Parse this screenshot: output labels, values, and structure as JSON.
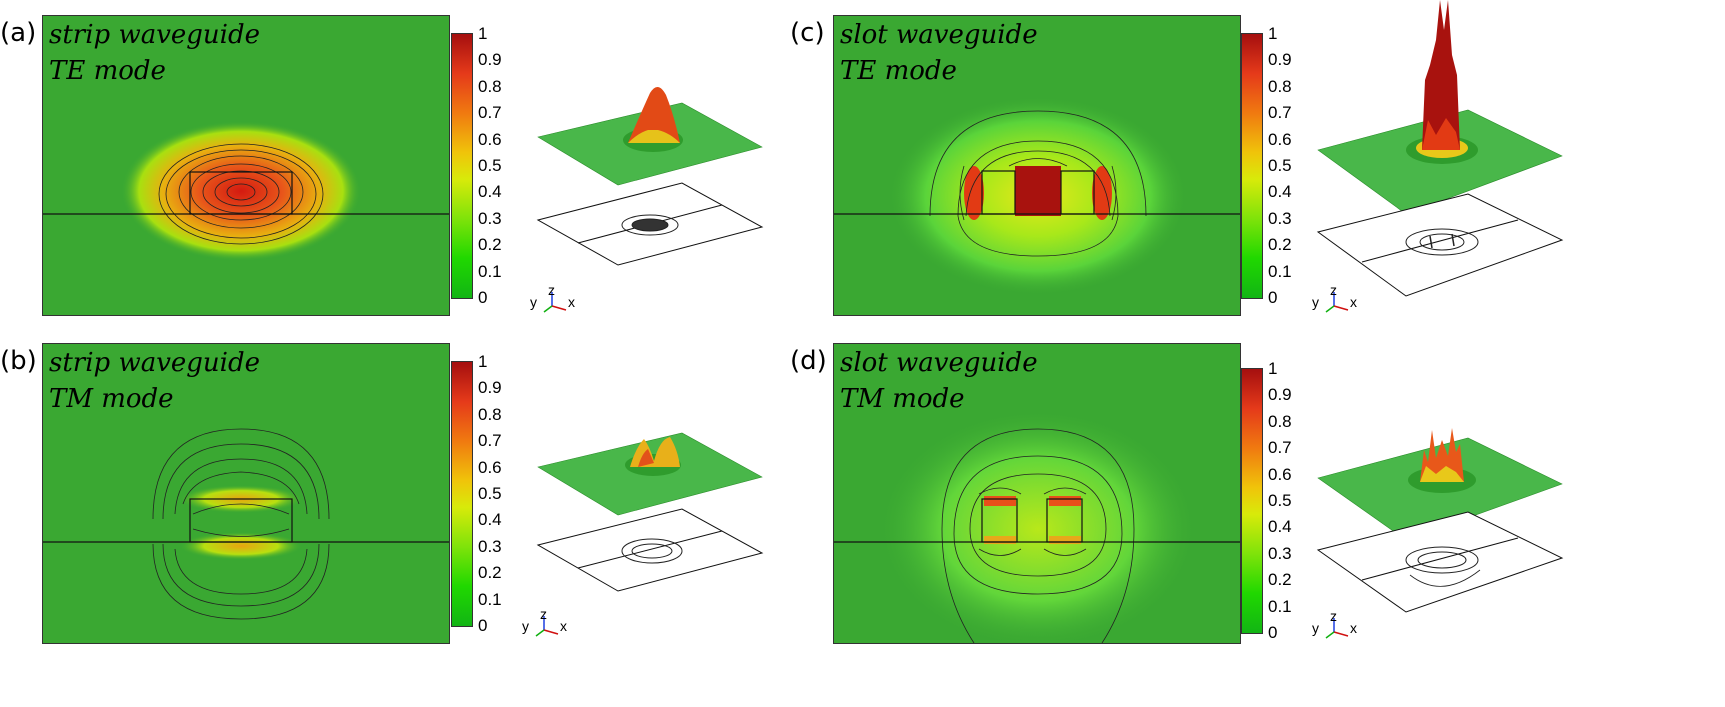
{
  "panels": [
    {
      "id": "a",
      "label": "(a)",
      "title1": "strip waveguide",
      "title2": "TE mode"
    },
    {
      "id": "b",
      "label": "(b)",
      "title1": "strip waveguide",
      "title2": "TM mode"
    },
    {
      "id": "c",
      "label": "(c)",
      "title1": "slot waveguide",
      "title2": "TE mode"
    },
    {
      "id": "d",
      "label": "(d)",
      "title1": "slot waveguide",
      "title2": "TM mode"
    }
  ],
  "colorbar": {
    "ticks": [
      "1",
      "0.9",
      "0.8",
      "0.7",
      "0.6",
      "0.5",
      "0.4",
      "0.3",
      "0.2",
      "0.1",
      "0"
    ],
    "colors": [
      "#a50f0f",
      "#e53a1a",
      "#f07a10",
      "#f0c40a",
      "#d8ea0a",
      "#7fe30a",
      "#20d800",
      "#12b514"
    ]
  },
  "axes": {
    "y": "y",
    "z": "z",
    "x": "x"
  }
}
